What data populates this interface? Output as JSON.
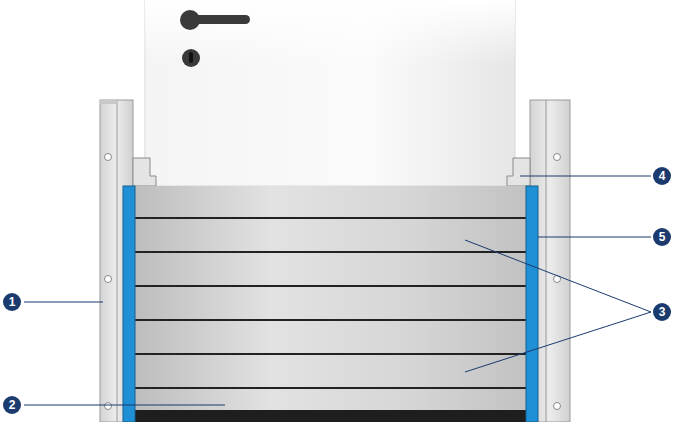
{
  "diagram": {
    "labels": [
      "4",
      "5",
      "1",
      "3",
      "2"
    ]
  }
}
